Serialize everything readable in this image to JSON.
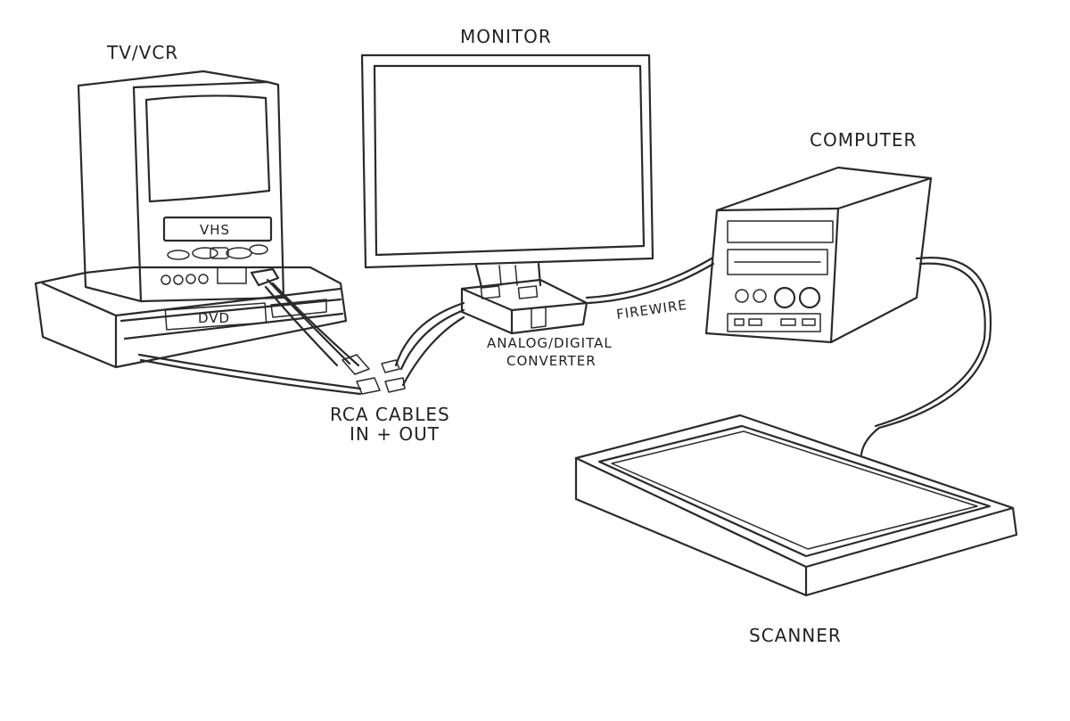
{
  "labels": {
    "tv_vcr": "TV/VCR",
    "vhs": "VHS",
    "dvd": "DVD",
    "monitor": "MONITOR",
    "computer": "COMPUTER",
    "firewire": "FIREWIRE",
    "converter_line1": "ANALOG/DIGITAL",
    "converter_line2": "CONVERTER",
    "rca_line1": "RCA CABLES",
    "rca_line2": "IN + OUT",
    "scanner": "SCANNER"
  }
}
